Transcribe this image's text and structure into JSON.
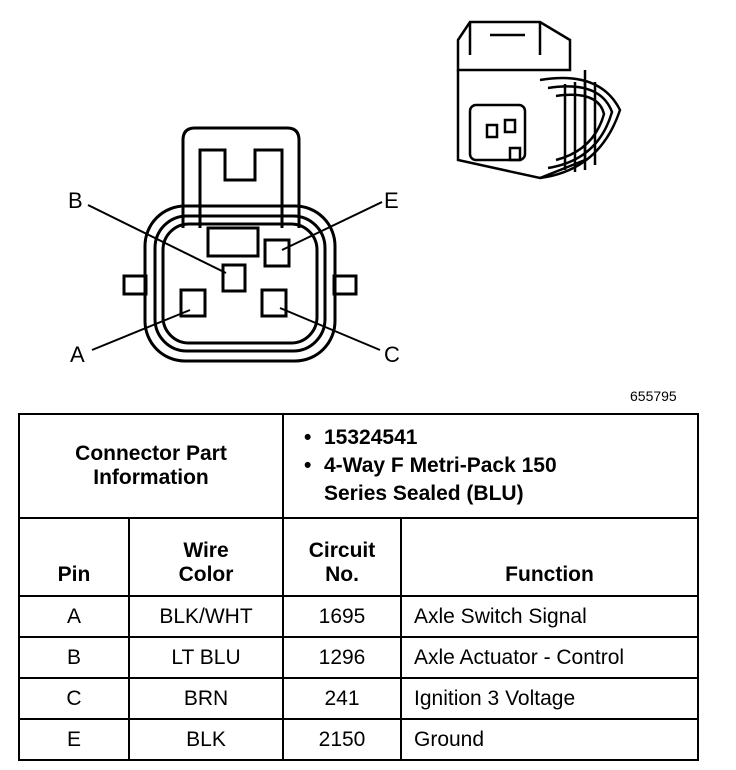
{
  "figure_number": "655795",
  "pin_labels": [
    "B",
    "E",
    "A",
    "C"
  ],
  "connector_info": {
    "label": "Connector Part Information",
    "items": [
      "15324541",
      "4-Way F Metri-Pack 150 Series Sealed (BLU)"
    ]
  },
  "headers": {
    "pin": "Pin",
    "wire_color": "Wire Color",
    "circuit": "Circuit No.",
    "function": "Function"
  },
  "rows": [
    {
      "pin": "A",
      "wire_color": "BLK/WHT",
      "circuit": "1695",
      "function": "Axle Switch Signal"
    },
    {
      "pin": "B",
      "wire_color": "LT BLU",
      "circuit": "1296",
      "function": "Axle Actuator - Control"
    },
    {
      "pin": "C",
      "wire_color": "BRN",
      "circuit": "241",
      "function": "Ignition 3 Voltage"
    },
    {
      "pin": "E",
      "wire_color": "BLK",
      "circuit": "2150",
      "function": "Ground"
    }
  ]
}
